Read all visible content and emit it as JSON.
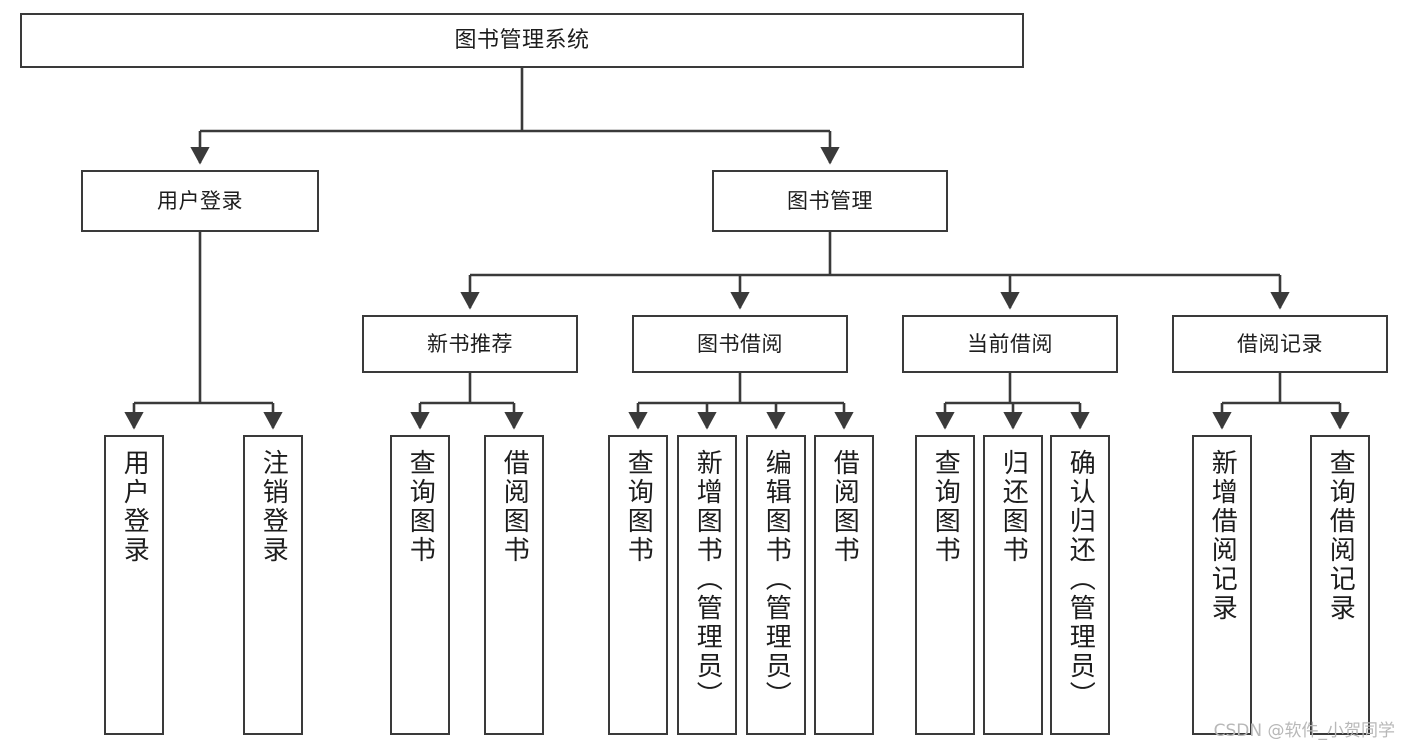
{
  "diagram": {
    "title": "图书管理系统",
    "style": {
      "box_border_color": "#3a3a3a",
      "box_fill_color": "#ffffff",
      "connector_color": "#3a3a3a",
      "text_color": "#1d1d1d",
      "background_color": "#ffffff"
    },
    "root": {
      "label": "图书管理系统"
    },
    "level1": [
      {
        "label": "用户登录"
      },
      {
        "label": "图书管理"
      }
    ],
    "level2": [
      {
        "label": "新书推荐"
      },
      {
        "label": "图书借阅"
      },
      {
        "label": "当前借阅"
      },
      {
        "label": "借阅记录"
      }
    ],
    "leaves": {
      "user_login": [
        {
          "label": "用户登录"
        },
        {
          "label": "注销登录"
        }
      ],
      "new_book_recommend": [
        {
          "label": "查询图书"
        },
        {
          "label": "借阅图书"
        }
      ],
      "book_borrow": [
        {
          "label": "查询图书"
        },
        {
          "label": "新增图书（管理员）"
        },
        {
          "label": "编辑图书（管理员）"
        },
        {
          "label": "借阅图书"
        }
      ],
      "current_borrow": [
        {
          "label": "查询图书"
        },
        {
          "label": "归还图书"
        },
        {
          "label": "确认归还（管理员）"
        }
      ],
      "borrow_record": [
        {
          "label": "新增借阅记录"
        },
        {
          "label": "查询借阅记录"
        }
      ]
    }
  },
  "watermark": {
    "text": "CSDN @软件_小贺同学"
  }
}
